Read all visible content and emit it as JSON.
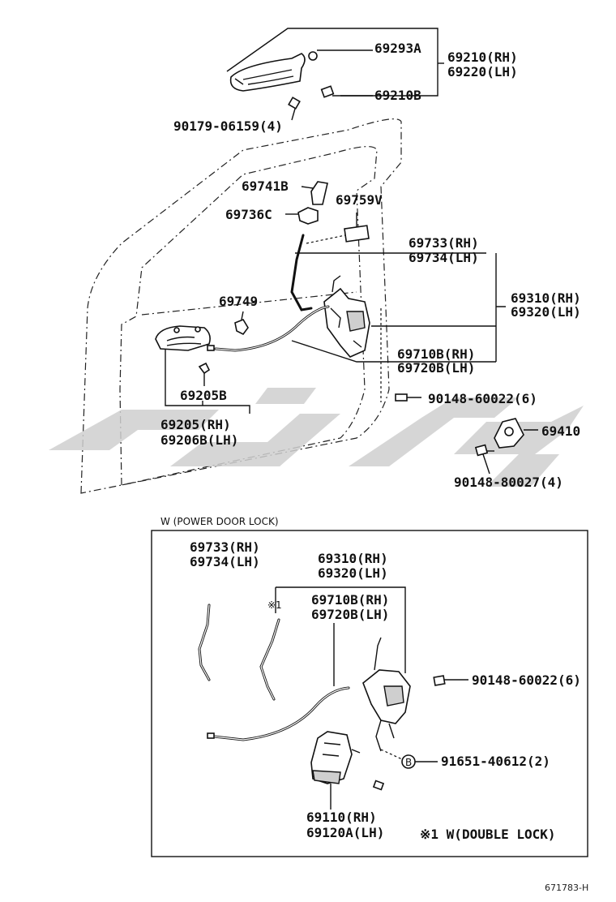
{
  "labels": {
    "p69293a": "69293A",
    "p69210rh": "69210(RH)",
    "p69220lh": "69220(LH)",
    "p69210b": "69210B",
    "p90179": "90179-06159(4)",
    "p69741b": "69741B",
    "p69759v": "69759V",
    "p69736c": "69736C",
    "p69733rh": "69733(RH)",
    "p69734lh": "69734(LH)",
    "p69310rh": "69310(RH)",
    "p69320lh": "69320(LH)",
    "p69749": "69749",
    "p69710brh": "69710B(RH)",
    "p69720blh": "69720B(LH)",
    "p90148a": "90148-60022(6)",
    "p69205b": "69205B",
    "p69410": "69410",
    "p69205rh": "69205(RH)",
    "p69206blh": "69206B(LH)",
    "p90148b": "90148-80027(4)"
  },
  "inset": {
    "caption": "W  (POWER DOOR LOCK)",
    "p69733rh": "69733(RH)",
    "p69734lh": "69734(LH)",
    "p69310rh": "69310(RH)",
    "p69320lh": "69320(LH)",
    "note_marker": "※1",
    "p69710brh": "69710B(RH)",
    "p69720blh": "69720B(LH)",
    "p90148": "90148-60022(6)",
    "circle_b": "B",
    "p91651": "91651-40612(2)",
    "p69110rh": "69110(RH)",
    "p69120alh": "69120A(LH)",
    "note": "※1 W(DOUBLE LOCK)"
  },
  "footer": {
    "code": "671783-H"
  },
  "colors": {
    "ink": "#111111",
    "watermark": "#cfcfcf",
    "background": "#ffffff"
  }
}
